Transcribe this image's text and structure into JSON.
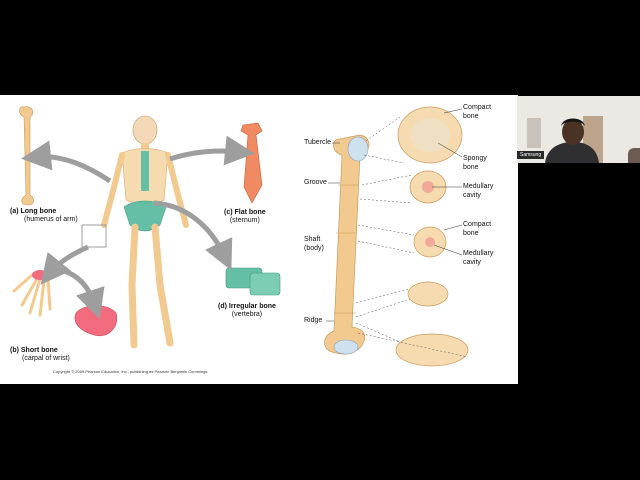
{
  "slide": {
    "captions": {
      "long": {
        "title": "(a) Long bone",
        "sub": "(humerus of arm)"
      },
      "flat": {
        "title": "(c) Flat bone",
        "sub": "(sternum)"
      },
      "irregular": {
        "title": "(d) Irregular bone",
        "sub": "(vertebra)"
      },
      "short": {
        "title": "(b) Short bone",
        "sub": "(carpal of wrist)"
      }
    },
    "copyright": "Copyright © 2009 Pearson Education, Inc., publishing as Pearson Benjamin Cummings.",
    "humerus_labels": {
      "tubercle": "Tubercle",
      "groove": "Groove",
      "shaft_1": "Shaft",
      "shaft_2": "(body)",
      "ridge": "Ridge",
      "compact1_1": "Compact",
      "compact1_2": "bone",
      "spongy_1": "Spongy",
      "spongy_2": "bone",
      "medullary1_1": "Medullary",
      "medullary1_2": "cavity",
      "compact2_1": "Compact",
      "compact2_2": "bone",
      "medullary2_1": "Medullary",
      "medullary2_2": "cavity"
    }
  },
  "participant": {
    "name": "Samsung"
  },
  "colors": {
    "bone": "#f2c98f",
    "skull": "#f4d9b8",
    "pelvis": "#64bfa6",
    "flat": "#f08a63",
    "arrow": "#9e9e9e",
    "cartilage": "#cfe0ef"
  }
}
